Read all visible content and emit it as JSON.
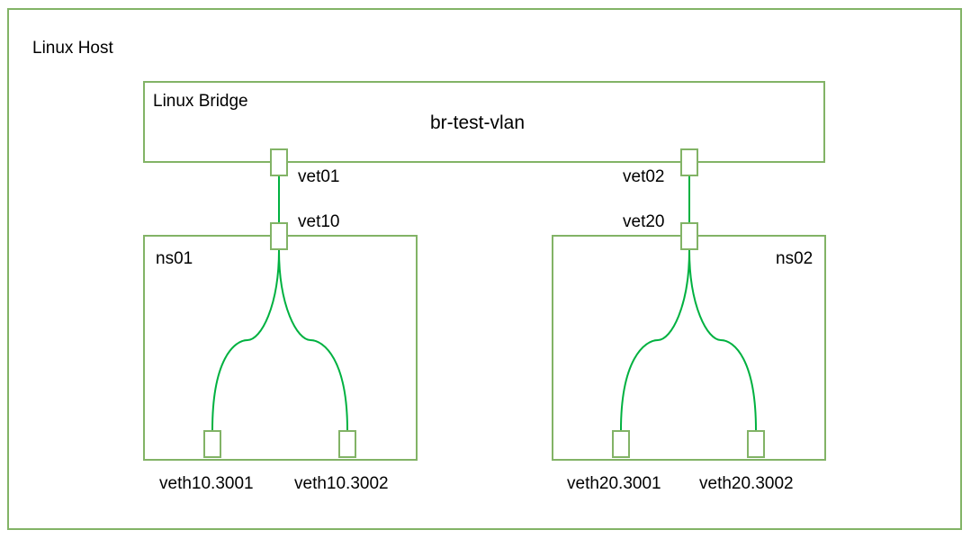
{
  "host": {
    "label": "Linux Host"
  },
  "bridge": {
    "label": "Linux Bridge",
    "name": "br-test-vlan"
  },
  "ports": {
    "vet01": "vet01",
    "vet02": "vet02",
    "vet10": "vet10",
    "vet20": "vet20"
  },
  "namespaces": [
    {
      "name": "ns01",
      "ifaces": [
        "veth10.3001",
        "veth10.3002"
      ]
    },
    {
      "name": "ns02",
      "ifaces": [
        "veth20.3001",
        "veth20.3002"
      ]
    }
  ],
  "colors": {
    "border": "#82b366",
    "link": "#00b140"
  }
}
